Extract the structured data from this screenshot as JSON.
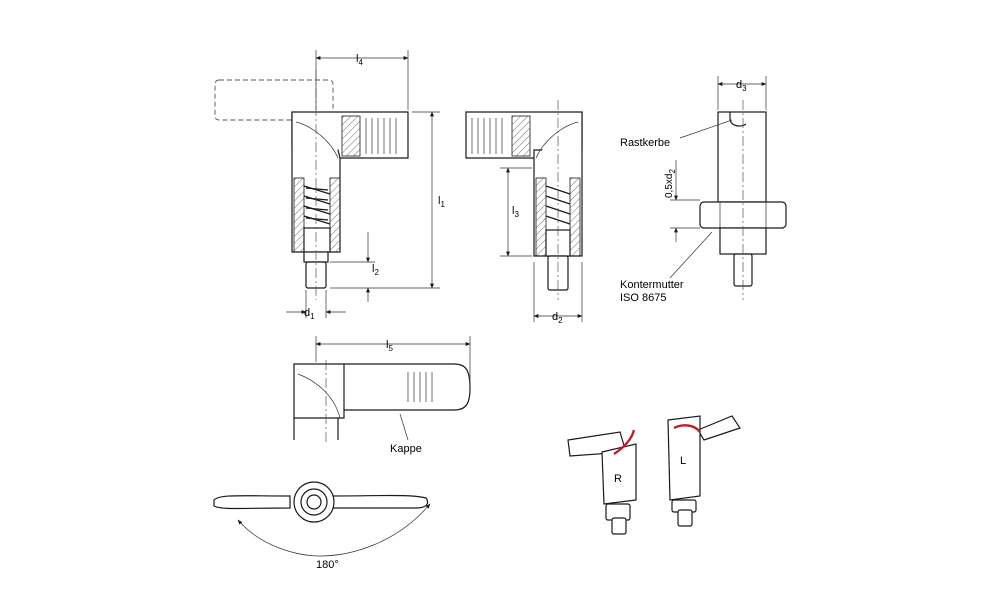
{
  "labels": {
    "l4": "l",
    "l4_sub": "4",
    "l1": "l",
    "l1_sub": "1",
    "l2": "l",
    "l2_sub": "2",
    "l3": "l",
    "l3_sub": "3",
    "l5": "l",
    "l5_sub": "5",
    "d1": "d",
    "d1_sub": "1",
    "d2": "d",
    "d2_sub": "2",
    "d3": "d",
    "d3_sub": "3",
    "half_d2": "0,5xd",
    "half_d2_sub": "2",
    "rastkerbe": "Rastkerbe",
    "kontermutter_1": "Kontermutter",
    "kontermutter_2": "ISO 8675",
    "kappe": "Kappe",
    "angle": "180°",
    "right": "R",
    "left": "L"
  },
  "colors": {
    "line": "#1a1a1a",
    "accent_red": "#c0202a",
    "shade": "#e6e6e6"
  }
}
